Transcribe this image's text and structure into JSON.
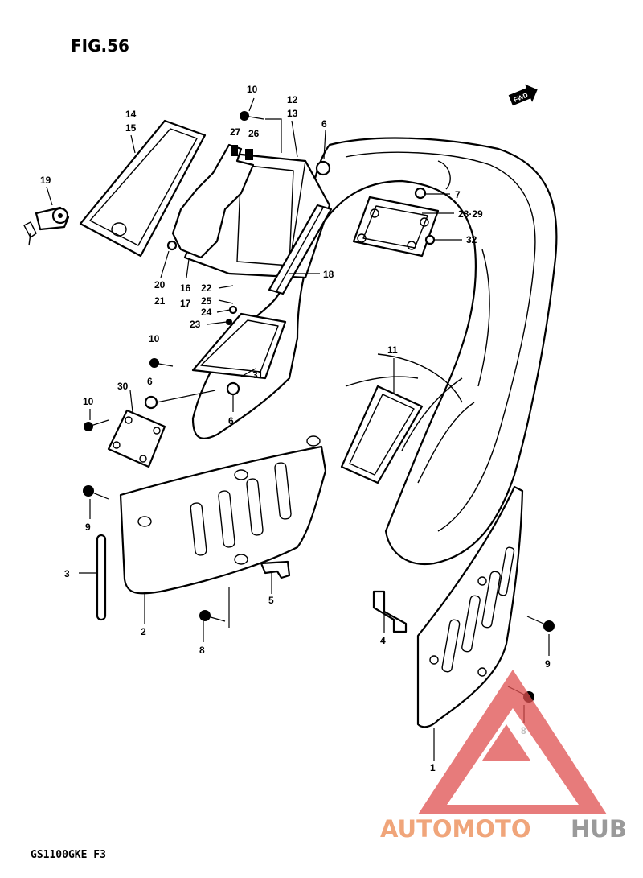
{
  "figure": {
    "title": "FIG.56",
    "model_code": "GS1100GKE  F3",
    "direction_arrow_label": "FWD"
  },
  "callouts": [
    "10",
    "12",
    "13",
    "14",
    "15",
    "6",
    "27",
    "26",
    "19",
    "7",
    "28·29",
    "32",
    "18",
    "20",
    "21",
    "16",
    "17",
    "22",
    "25",
    "24",
    "23",
    "10",
    "11",
    "31",
    "30",
    "6",
    "6",
    "10",
    "9",
    "3",
    "2",
    "5",
    "8",
    "4",
    "9",
    "8",
    "1"
  ],
  "watermark": {
    "part1": "AUTOMOTO",
    "part2": "HUB",
    "colors": {
      "light": "#f0a57a",
      "dark": "#e04f4f",
      "gray": "#9a9a9a"
    }
  }
}
